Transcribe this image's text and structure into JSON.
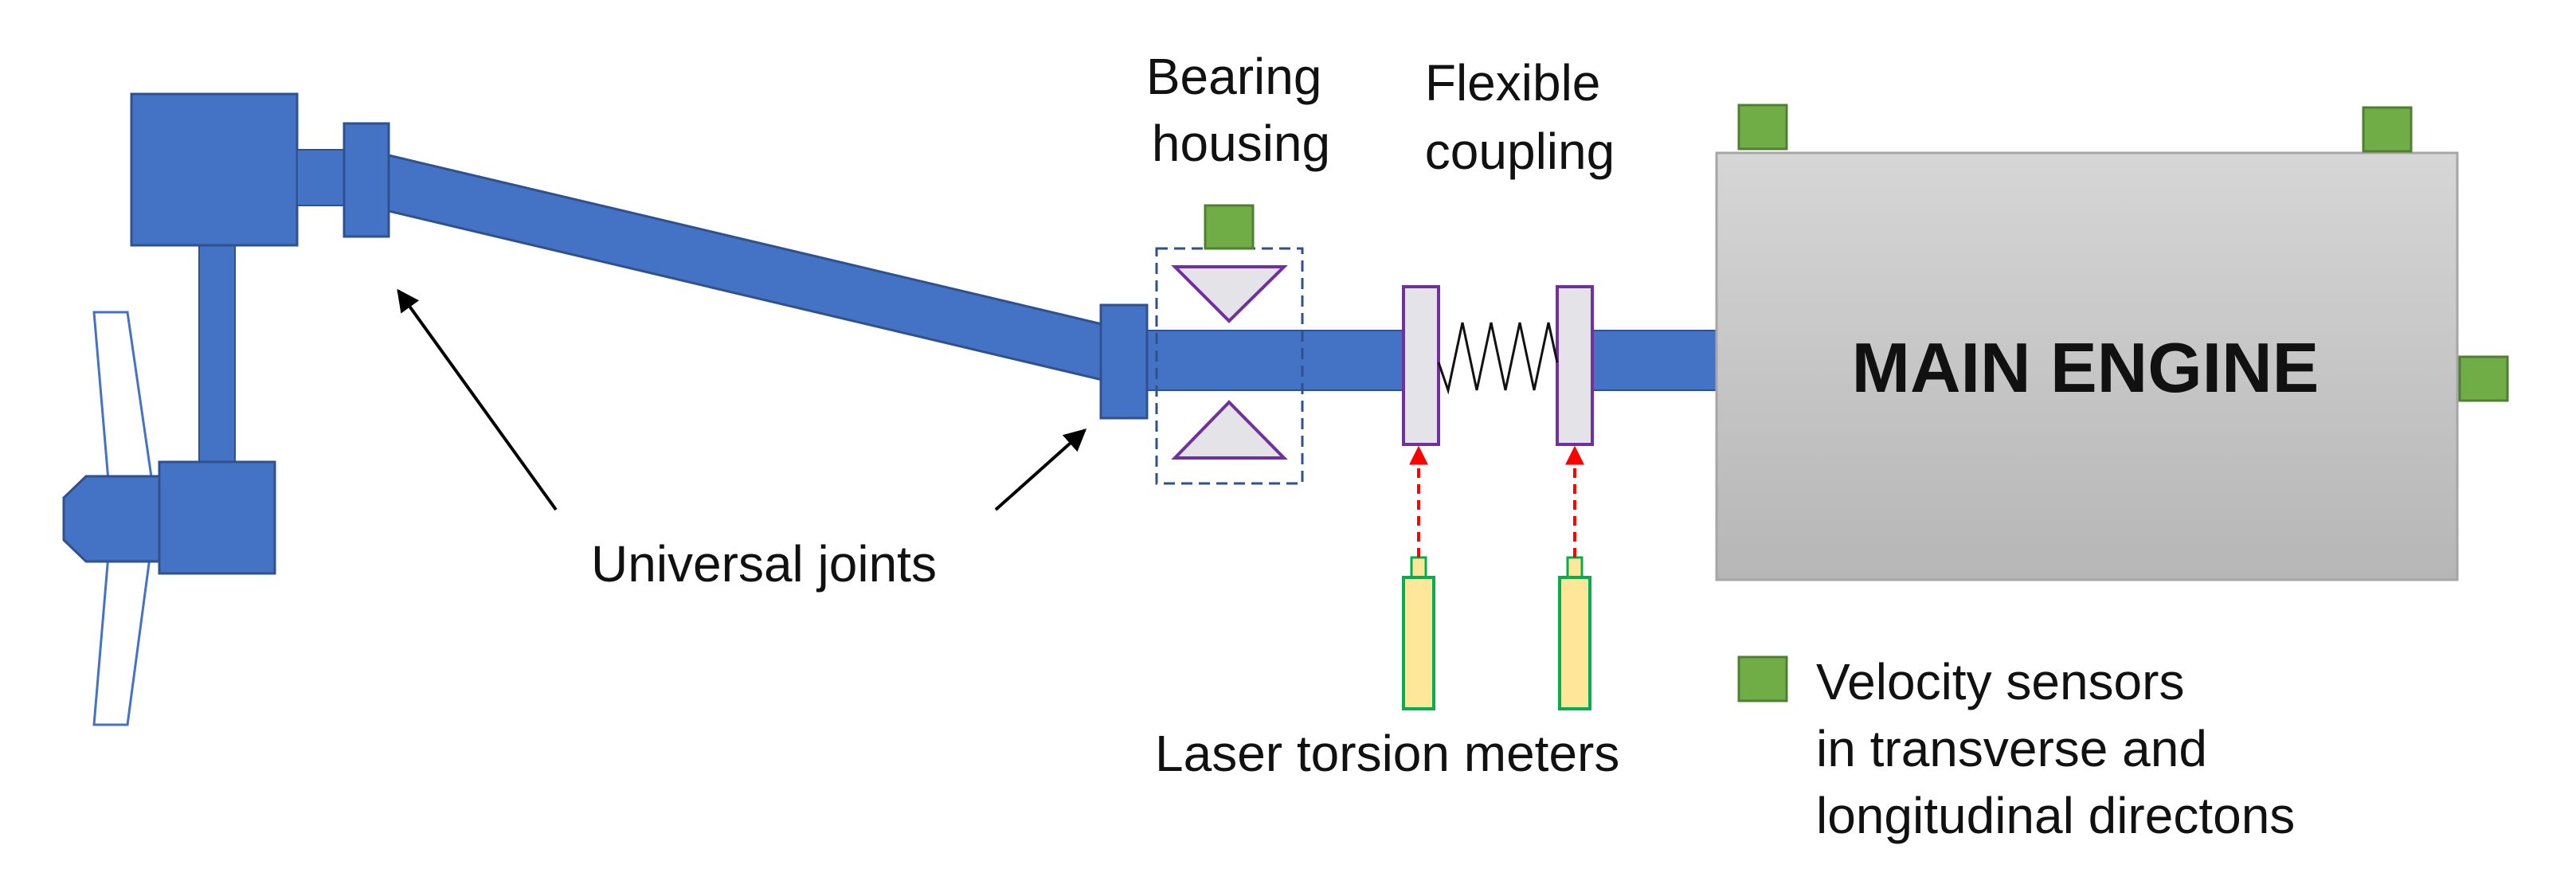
{
  "labels": {
    "bearing_housing": [
      "Bearing",
      "housing"
    ],
    "flexible_coupling": [
      "Flexible",
      "coupling"
    ],
    "main_engine": "MAIN ENGINE",
    "universal_joints": "Universal joints",
    "laser_torsion_meters": "Laser torsion meters",
    "legend_velocity_sensors": [
      "Velocity sensors",
      "in transverse and",
      "longitudinal directons"
    ]
  },
  "colors": {
    "shaft_blue": "#4472c4",
    "shaft_border": "#2f528f",
    "sensor_green": "#70ad47",
    "sensor_border": "#507e32",
    "bearing_purple": "#7030a0",
    "coupling_disc": "#e4e4e8",
    "meter_yellow": "#ffe699",
    "meter_border": "#00b050",
    "laser_red": "#ff0000",
    "engine_top": "#d6d6d6",
    "engine_bottom": "#b8b8b8",
    "engine_border": "#a6a6a6",
    "housing_dash": "#2f528f"
  }
}
